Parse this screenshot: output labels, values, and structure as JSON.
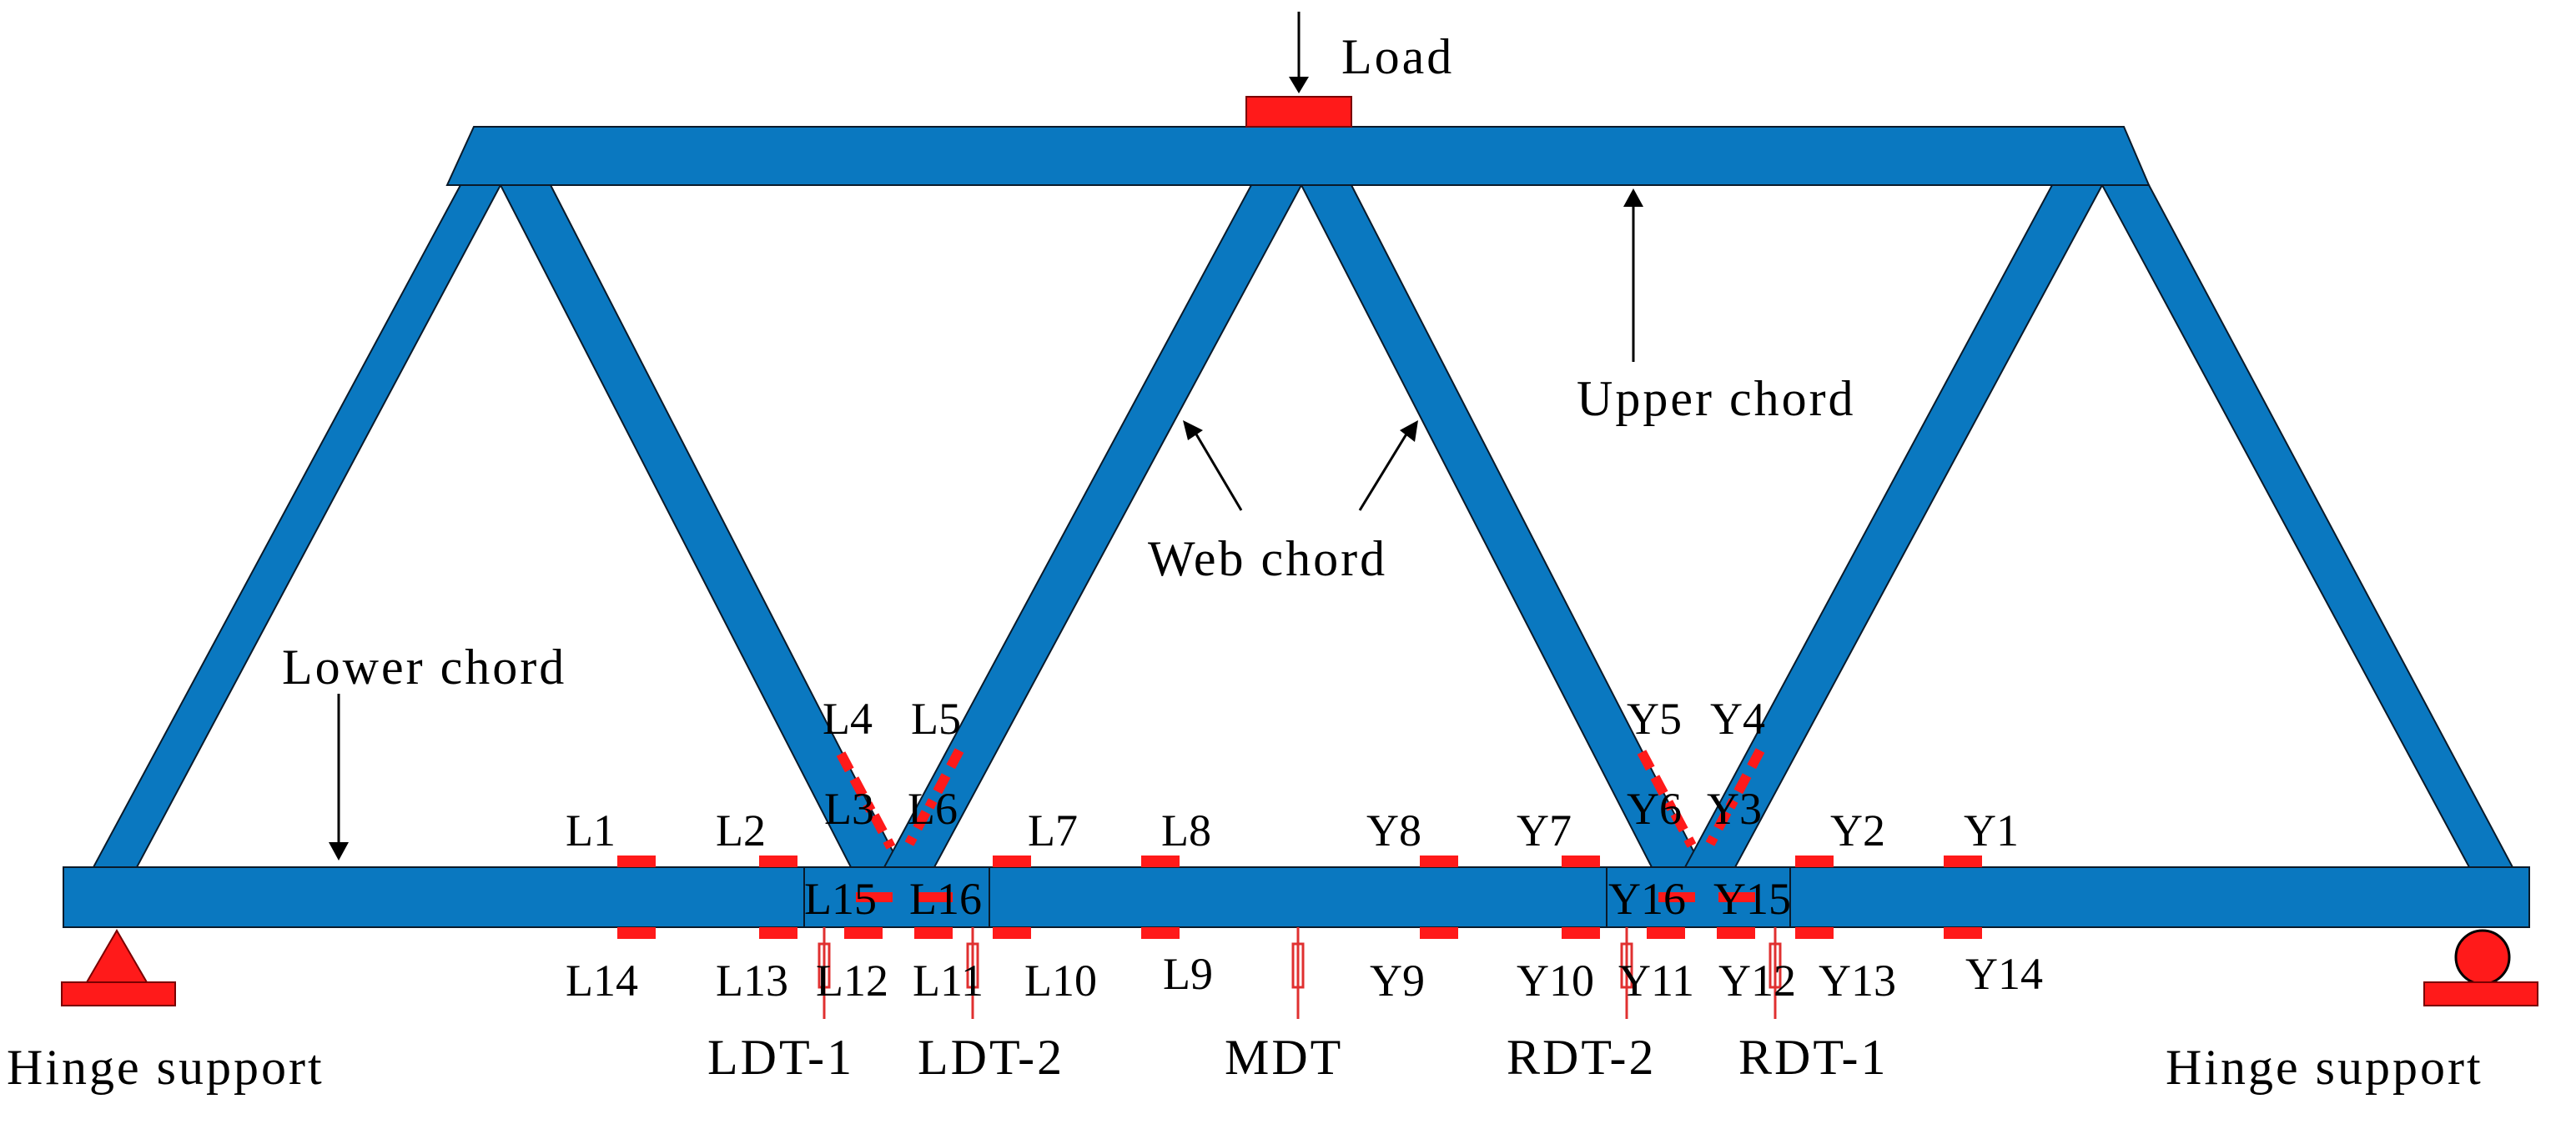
{
  "labels": {
    "load": "Load",
    "upper_chord": "Upper chord",
    "web_chord": "Web chord",
    "lower_chord": "Lower chord",
    "hinge_left": "Hinge support",
    "hinge_right": "Hinge support"
  },
  "gauges": {
    "L1": "L1",
    "L2": "L2",
    "L3": "L3",
    "L4": "L4",
    "L5": "L5",
    "L6": "L6",
    "L7": "L7",
    "L8": "L8",
    "L9": "L9",
    "L10": "L10",
    "L11": "L11",
    "L12": "L12",
    "L13": "L13",
    "L14": "L14",
    "L15": "L15",
    "L16": "L16",
    "Y1": "Y1",
    "Y2": "Y2",
    "Y3": "Y3",
    "Y4": "Y4",
    "Y5": "Y5",
    "Y6": "Y6",
    "Y7": "Y7",
    "Y8": "Y8",
    "Y9": "Y9",
    "Y10": "Y10",
    "Y11": "Y11",
    "Y12": "Y12",
    "Y13": "Y13",
    "Y14": "Y14",
    "Y15": "Y15",
    "Y16": "Y16"
  },
  "transducers": {
    "LDT1": "LDT-1",
    "LDT2": "LDT-2",
    "MDT": "MDT",
    "RDT2": "RDT-2",
    "RDT1": "RDT-1"
  },
  "colors": {
    "member": "#0a78c0",
    "gauge": "#ff1a1a",
    "support": "#ff1a1a"
  }
}
